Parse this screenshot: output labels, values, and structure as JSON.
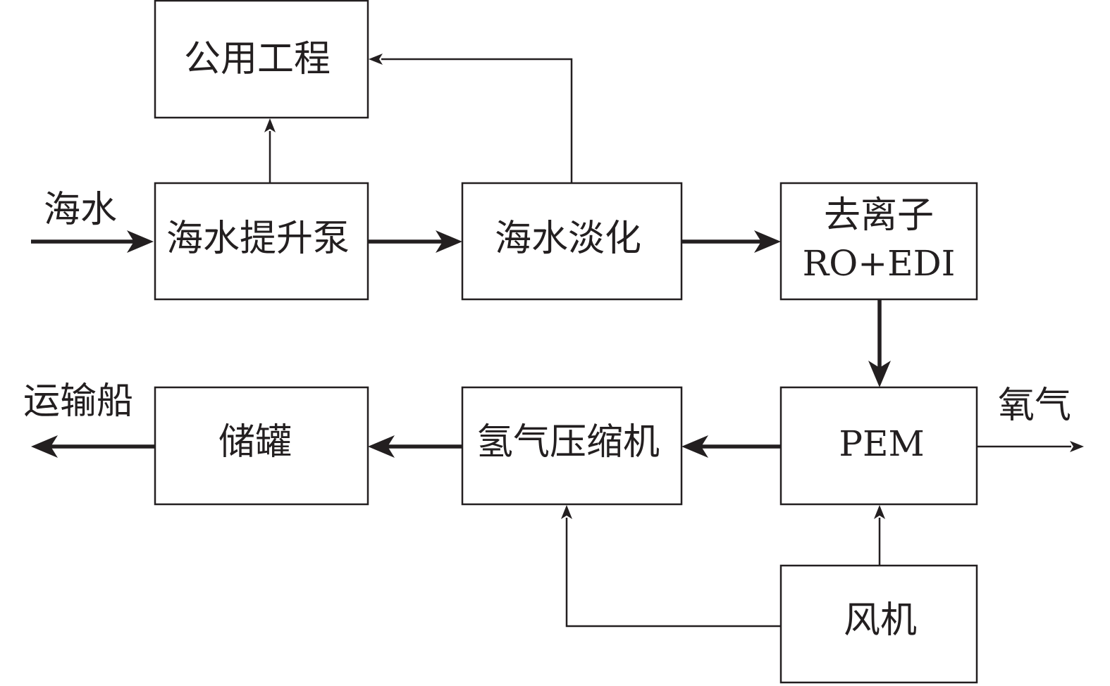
{
  "diagram": {
    "boxes": {
      "utility": "公用工程",
      "pump": "海水提升泵",
      "desal": "海水淡化",
      "deion_line1": "去离子",
      "deion_line2": "RO+EDI",
      "pem": "PEM",
      "compressor": "氢气压缩机",
      "tank": "储罐",
      "fan": "风机"
    },
    "labels": {
      "seawater_in": "海水",
      "oxygen_out": "氧气",
      "ship_out": "运输船"
    }
  }
}
